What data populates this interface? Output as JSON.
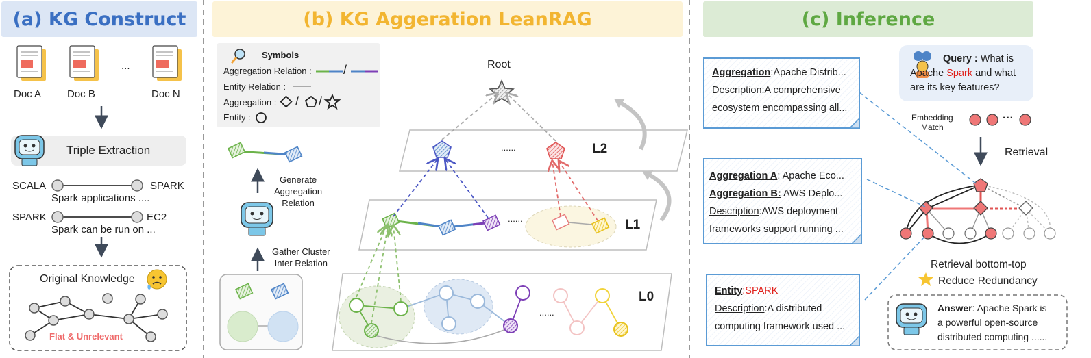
{
  "panels": {
    "a_title": "(a) KG Construct",
    "b_title": "(b) KG Aggeration LeanRAG",
    "c_title": "(c) Inference"
  },
  "kg_construct": {
    "docs": [
      "Doc A",
      "Doc B",
      "Doc N"
    ],
    "ellipsis": "...",
    "triple_extraction": "Triple Extraction",
    "triple1_head": "SCALA",
    "triple1_tail": "SPARK",
    "triple1_text": "Spark applications ....",
    "triple2_head": "SPARK",
    "triple2_tail": "EC2",
    "triple2_text": "Spark can be run on ...",
    "original_knowledge": "Original Knowledge",
    "flat_label": "Flat & Unrelevant"
  },
  "aggregation": {
    "symbols_title": "Symbols",
    "sym_agg_relation": "Aggregation Relation :",
    "sym_slash": "/",
    "sym_entity_relation": "Entity Relation :",
    "sym_aggregation": "Aggregation :",
    "sym_entity": "Entity :",
    "generate_label": "Generate\nAggregation\nRelation",
    "gather_label": "Gather Cluster\nInter Relation",
    "root": "Root",
    "level_l2": "L2",
    "level_l1": "L1",
    "level_l0": "L0",
    "dots": "......"
  },
  "inference": {
    "card1": {
      "agg_key": "Aggregation",
      "agg_val": ":Apache Distrib...",
      "desc_key": "Description",
      "desc_val": ":A comprehensive",
      "desc_cont": "ecosystem encompassing all..."
    },
    "card2": {
      "agg_a_key": "Aggregation A",
      "agg_a_val": ": Apache Eco...",
      "agg_b_key": "Aggregation B:",
      "agg_b_val": " AWS Deplo...",
      "desc_key": "Description",
      "desc_val": ":AWS deployment",
      "desc_cont": "frameworks support running ..."
    },
    "card3": {
      "entity_key": "Entity",
      "entity_val": ":SPARK",
      "desc_key": "Description",
      "desc_val": ":A distributed",
      "desc_cont": "computing framework used ..."
    },
    "query_label": "Query :",
    "query_pre": "What is",
    "query_line2_a": "Apache ",
    "query_spark": "Spark",
    "query_line2_b": " and what",
    "query_line3": "are its key features?",
    "embedding": "Embedding\nMatch",
    "embed_dots": "···",
    "retrieval": "Retrieval",
    "bottom_top": "Retrieval bottom-top",
    "reduce": "Reduce  Redundancy",
    "answer_label": "Answer",
    "answer_line1": ": Apache Spark is",
    "answer_line2": "a powerful open-source",
    "answer_line3": "distributed computing ......"
  },
  "colors": {
    "blue_banner": "#dce6f5",
    "yellow_banner": "#fdf3d7",
    "green_banner": "#dcebd5",
    "blue_text": "#3a6fc2",
    "yellow_text": "#f2b531",
    "green_text": "#5fa843",
    "green": "#6cb34a",
    "blue": "#4e84c7",
    "purple": "#7d3fb6",
    "red": "#e77b7b",
    "yellow": "#f1d33a"
  }
}
